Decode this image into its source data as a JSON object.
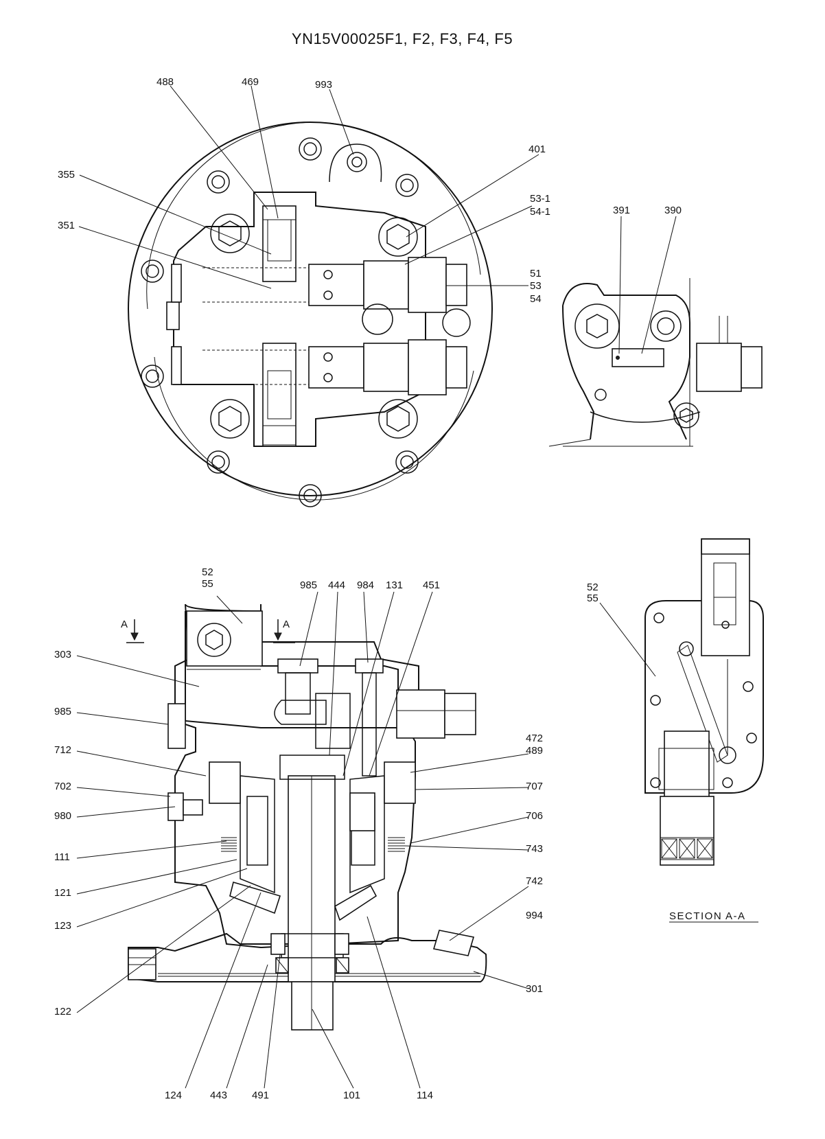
{
  "title": "YN15V00025F1, F2, F3, F4, F5",
  "section_label": "SECTION  A-A",
  "section_marks": [
    "A",
    "A"
  ],
  "top_view": {
    "labels": [
      "488",
      "469",
      "993",
      "401",
      "355",
      "53-1",
      "54-1",
      "351",
      "51",
      "53",
      "54"
    ]
  },
  "side_view": {
    "labels": [
      "391",
      "390"
    ]
  },
  "section_view": {
    "labels": [
      "52",
      "55"
    ]
  },
  "main_view": {
    "labels": [
      "52",
      "55",
      "985",
      "444",
      "984",
      "131",
      "451",
      "303",
      "985",
      "472",
      "489",
      "712",
      "702",
      "707",
      "980",
      "706",
      "111",
      "743",
      "121",
      "742",
      "123",
      "994",
      "301",
      "122",
      "124",
      "443",
      "491",
      "101",
      "114"
    ]
  }
}
